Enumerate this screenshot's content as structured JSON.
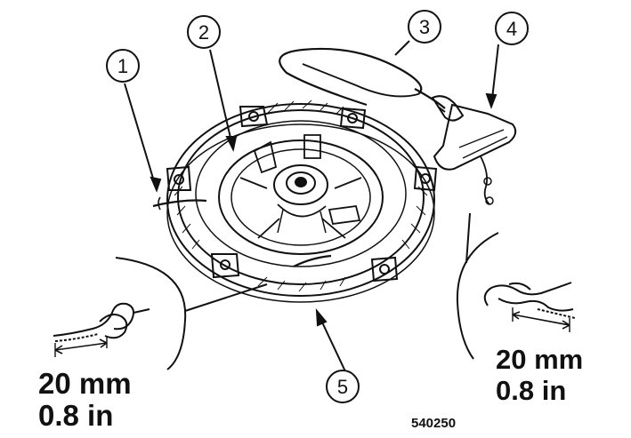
{
  "callouts": [
    {
      "number": "1"
    },
    {
      "number": "2"
    },
    {
      "number": "3"
    },
    {
      "number": "4"
    },
    {
      "number": "5"
    }
  ],
  "measurement_left": {
    "metric": "20 mm",
    "imperial": "0.8 in"
  },
  "measurement_right": {
    "metric": "20 mm",
    "imperial": "0.8 in"
  },
  "figure_id": "540250"
}
